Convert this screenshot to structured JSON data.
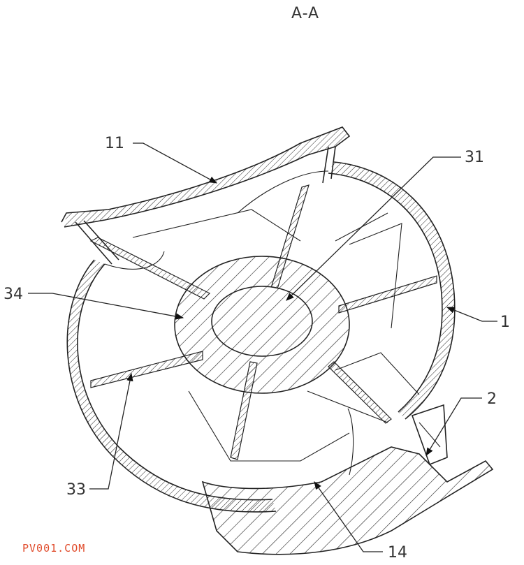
{
  "section_title": "A-A",
  "watermark": "PV001.COM",
  "watermark_color": "#e04a2a",
  "labels": {
    "l11": "11",
    "l31": "31",
    "l34": "34",
    "l1": "1",
    "l2": "2",
    "l33": "33",
    "l14": "14"
  }
}
